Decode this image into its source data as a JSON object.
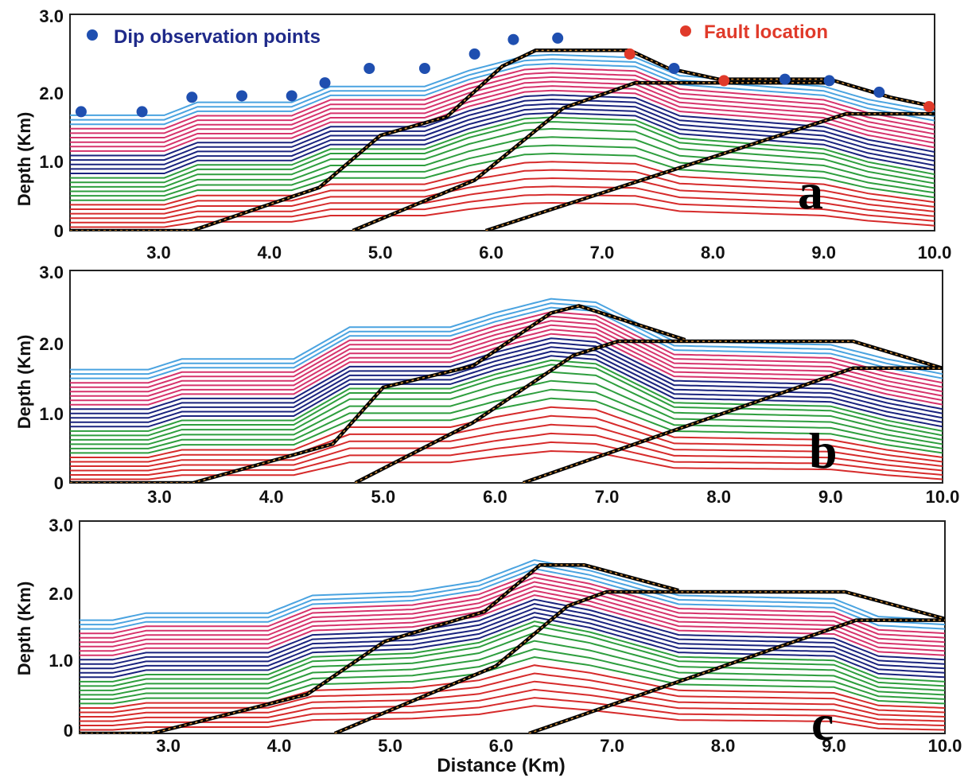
{
  "legend": {
    "dip_label": "Dip  observation  points",
    "fault_label": "Fault  location",
    "dip_color": "#1f4fb0",
    "fault_color": "#e03a2a"
  },
  "axis": {
    "y_label": "Depth  (Km)",
    "x_label": "Distance  (Km)",
    "y_ticks": [
      "3.0",
      "2.0",
      "1.0",
      "0"
    ],
    "x_ticks": [
      "3.0",
      "4.0",
      "5.0",
      "6.0",
      "7.0",
      "8.0",
      "9.0",
      "10.0"
    ]
  },
  "panels": [
    {
      "letter": "a"
    },
    {
      "letter": "b"
    },
    {
      "letter": "c"
    }
  ],
  "layer_colors": {
    "light_blue": "#4aa3e0",
    "pink": "#d6336c",
    "dark_blue": "#1a237e",
    "green": "#2e9e3e",
    "red": "#d62b2b",
    "fault": "#000000",
    "fault_dash": "#d4903a"
  },
  "chart_data": [
    {
      "type": "scatter",
      "panel": "a",
      "xlim": [
        2.2,
        10.0
      ],
      "ylim": [
        0,
        3.0
      ],
      "series": [
        {
          "name": "Dip  observation  points",
          "x": [
            2.3,
            2.85,
            3.3,
            3.75,
            4.2,
            4.5,
            4.9,
            5.4,
            5.85,
            6.2,
            6.6,
            7.65,
            8.65,
            9.05,
            9.5
          ],
          "y": [
            1.65,
            1.65,
            1.85,
            1.87,
            1.87,
            2.05,
            2.25,
            2.25,
            2.45,
            2.65,
            2.67,
            2.25,
            2.1,
            2.08,
            1.92
          ]
        },
        {
          "name": "Fault  location",
          "x": [
            7.25,
            8.1,
            9.95
          ],
          "y": [
            2.45,
            2.08,
            1.72
          ]
        }
      ]
    }
  ]
}
